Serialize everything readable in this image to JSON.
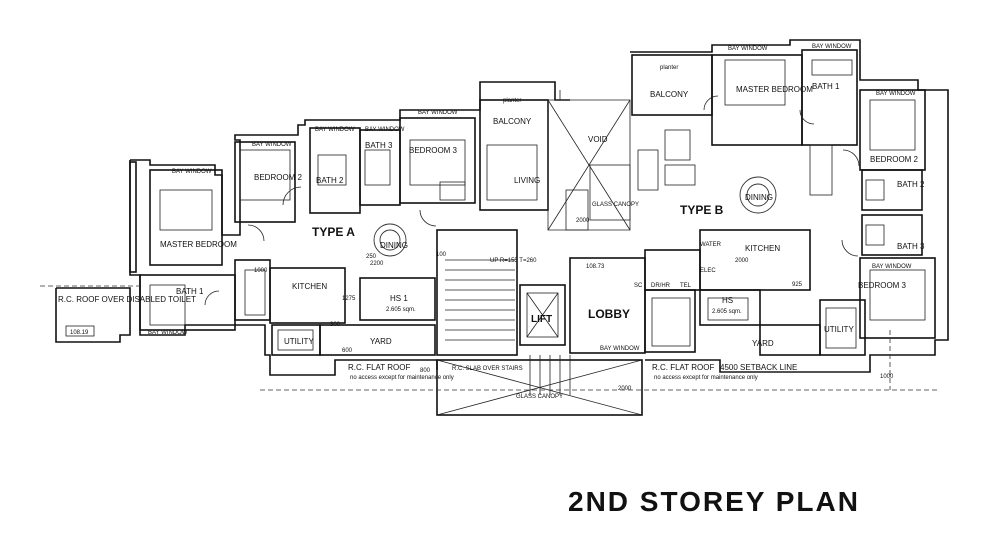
{
  "title": "2ND STOREY PLAN",
  "labels": {
    "type_a": "TYPE A",
    "type_b": "TYPE B",
    "bay_window": "BAY WINDOW",
    "bedroom_2": "BEDROOM 2",
    "bedroom_3": "BEDROOM 3",
    "master_bedroom_a": "MASTER BEDROOM",
    "master_bedroom_b": "MASTER BEDROOM",
    "bath_1": "BATH 1",
    "bath_2": "BATH 2",
    "bath_3": "BATH 3",
    "living": "LIVING",
    "dining": "DINING",
    "kitchen": "KITCHEN",
    "utility": "UTILITY",
    "yard": "YARD",
    "balcony": "BALCONY",
    "planter": "planter",
    "void": "VOID",
    "glass_canopy": "GLASS CANOPY",
    "lobby": "LOBBY",
    "lift": "LIFT",
    "hs1": "HS 1",
    "hs": "HS",
    "hs_area": "2.605 sqm.",
    "dr_hr": "DR/HR",
    "tel": "TEL",
    "elec": "ELEC",
    "water": "WATER",
    "sc": "SC",
    "rc_flat_roof": "R.C. FLAT ROOF",
    "rc_flat_roof_note": "no access except for maintenance only",
    "rc_roof_disabled": "R.C. ROOF OVER DISABLED TOILET",
    "level_box": "108.19",
    "lobby_level": "108.73",
    "setback": "4500 SETBACK LINE",
    "up_note": "UP R=155 T=260",
    "rc_slab": "R.C. SLAB OVER STAIRS",
    "dim_2000": "2000",
    "dim_1000": "1000",
    "dim_250": "250",
    "dim_2200": "2200",
    "dim_100": "100",
    "dim_300": "300",
    "dim_600": "600",
    "dim_800": "800",
    "dim_1275": "1275",
    "dim_925": "925"
  }
}
